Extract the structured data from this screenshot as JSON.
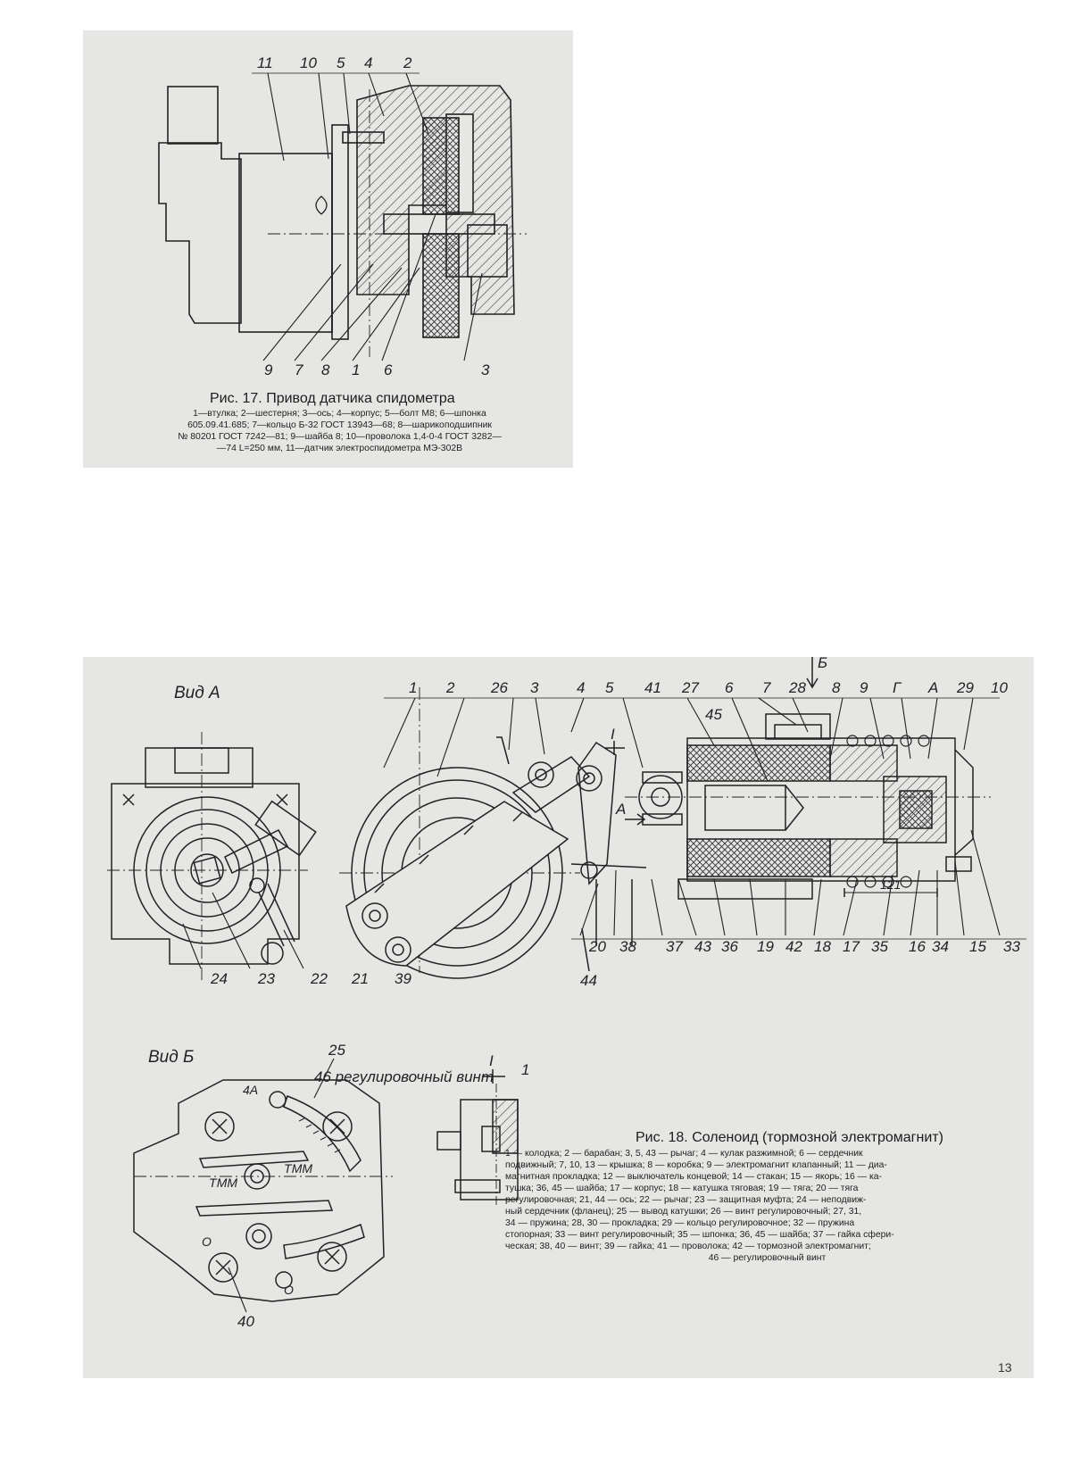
{
  "figure17": {
    "title": "Рис. 17. Привод датчика спидометра",
    "legend_lines": [
      "1—втулка; 2—шестерня; 3—ось; 4—корпус; 5—болт М8; 6—шпонка",
      "605.09.41.685; 7—кольцо Б-32 ГОСТ 13943—68; 8—шарикоподшипник",
      "№ 80201 ГОСТ 7242—81; 9—шайба 8; 10—проволока 1,4-0-4 ГОСТ 3282—",
      "—74 L=250 мм, 11—датчик электроспидометра МЭ-302В"
    ],
    "callouts_top": [
      "11",
      "10",
      "5",
      "4",
      "2"
    ],
    "callouts_bottom": [
      "9",
      "7",
      "8",
      "1",
      "6",
      "3"
    ]
  },
  "figure18": {
    "title": "Рис. 18. Соленоид (тормозной электромагнит)",
    "legend_lines": [
      "1 — колодка; 2 — барабан; 3, 5, 43 — рычаг; 4 — кулак разжимной; 6 — сердечник",
      "подвижный; 7, 10, 13 — крышка; 8 — коробка; 9 — электромагнит клапанный; 11 — диа-",
      "магнитная прокладка; 12 — выключатель концевой; 14 — стакан; 15 — якорь; 16 — ка-",
      "тушка; 36, 45 — шайба; 17 — корпус; 18 — катушка тяговая; 19 — тяга; 20 — тяга",
      "регулировочная; 21, 44 — ось; 22 — рычаг; 23 — защитная муфта; 24 — неподвиж-",
      "ный сердечник (фланец); 25 — вывод катушки; 26 — винт регулировочный; 27, 31,",
      "34 — пружина; 28, 30 — прокладка; 29 — кольцо регулировочное; 32 — пружина",
      "стопорная; 33 — винт регулировочный; 35 — шпонка; 36, 45 — шайба; 37 — гайка сфери-",
      "ческая; 38, 40 — винт; 39 — гайка; 41 — проволока; 42 — тормозной электромагнит;",
      "46 — регулировочный винт"
    ],
    "view_a_label": "Вид А",
    "view_b_label": "Вид Б",
    "section_label": "I",
    "callouts_top": [
      "1",
      "2",
      "26",
      "3",
      "4",
      "5",
      "41",
      "27",
      "6",
      "7",
      "28",
      "8",
      "9",
      "Г",
      "А",
      "29",
      "10"
    ],
    "arrow_b_label": "Б",
    "callout_45": "45",
    "arrow_a_label": "А",
    "dimension_121": "121",
    "callouts_bottom_right": [
      "20",
      "38",
      "37",
      "43",
      "36",
      "19",
      "42",
      "18",
      "17",
      "35",
      "16",
      "34",
      "15",
      "33"
    ],
    "callout_44": "44",
    "callouts_view_a": [
      "24",
      "23",
      "22",
      "21",
      "39"
    ],
    "callout_25": "25",
    "adj_screw_label": "46 регулировочный винт",
    "section_callout_1": "1",
    "view_b_texts": [
      "4А",
      "ТММ",
      "ТММ",
      "О",
      "О",
      "40"
    ]
  },
  "page_number": "13"
}
